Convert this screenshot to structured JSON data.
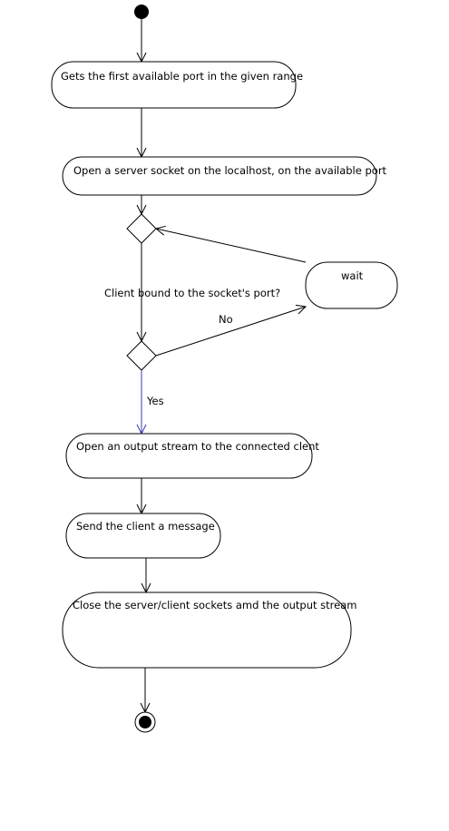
{
  "diagram": {
    "activities": {
      "get_port": "Gets the first available port in the given range",
      "open_server_socket": "Open a server socket on the localhost, on the available port",
      "wait": "wait",
      "open_output_stream": "Open an output stream to the connected clent",
      "send_message": "Send the client a message",
      "close_sockets": "Close the server/client sockets amd the output stream"
    },
    "guards": {
      "question": "Client bound to the socket's port?",
      "no": "No",
      "yes": "Yes"
    },
    "colors": {
      "stroke": "#000000",
      "yes_flow": "#3b3bb0",
      "background": "#ffffff"
    }
  }
}
